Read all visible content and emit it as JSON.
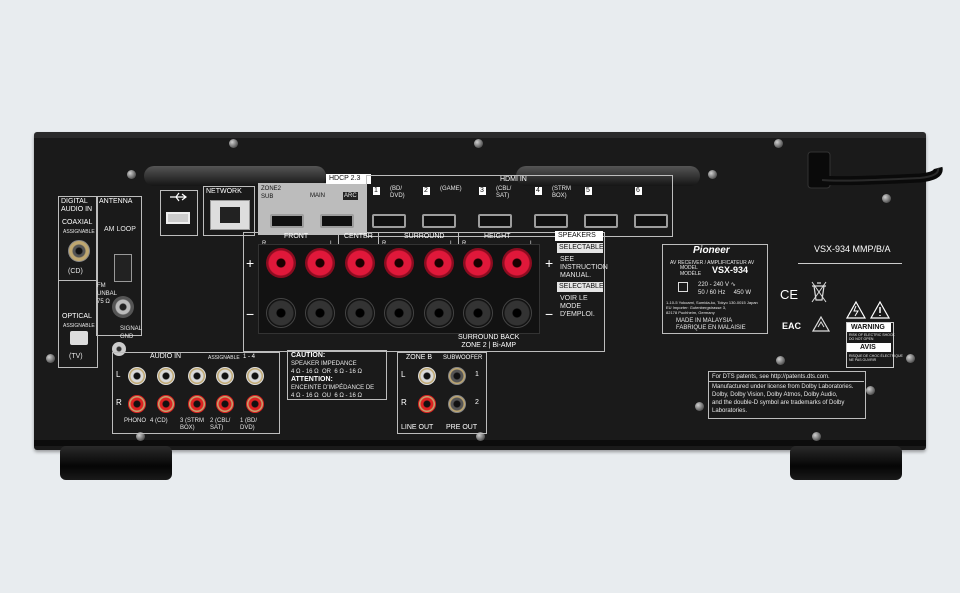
{
  "digital_audio_in": {
    "title": "DIGITAL\nAUDIO IN",
    "coaxial": "COAXIAL",
    "assignable": "ASSIGNABLE",
    "cd": "(CD)",
    "optical": "OPTICAL",
    "assignable2": "ASSIGNABLE",
    "tv": "(TV)"
  },
  "antenna": {
    "title": "ANTENNA",
    "am_loop": "AM  LOOP",
    "fm": "FM\nUNBAL\n75 Ω",
    "signal_gnd": "SIGNAL\nGND"
  },
  "network": {
    "title": "NETWORK"
  },
  "zone2": {
    "sub": "ZONE2\nSUB",
    "main": "MAIN",
    "arc": "ARC"
  },
  "hdmi": {
    "title": "HDMI IN",
    "hdcp": "HDCP 2.3",
    "inputs": [
      {
        "num": "1",
        "name": "(BD/\nDVD)"
      },
      {
        "num": "2",
        "name": "(GAME)"
      },
      {
        "num": "3",
        "name": "(CBL/\nSAT)"
      },
      {
        "num": "4",
        "name": "(STRM\nBOX)"
      },
      {
        "num": "5",
        "name": ""
      },
      {
        "num": "6",
        "name": ""
      }
    ]
  },
  "speakers": {
    "title": "SPEAKERS",
    "groups": [
      "FRONT",
      "CENTER",
      "SURROUND",
      "HEIGHT"
    ],
    "r": "R",
    "l": "L",
    "surround_back": "SURROUND BACK\nZONE 2 | Bi-AMP",
    "selectable1": "SELECTABLE",
    "see_manual": "SEE\nINSTRUCTION\nMANUAL.",
    "selectable2": "SELECTABLE",
    "voir": "VOIR LE\nMODE\nD'EMPLOI.",
    "plus": "+",
    "minus": "−"
  },
  "caution": {
    "title": "CAUTION:",
    "body": "SPEAKER IMPEDANCE\n4 Ω - 16 Ω  OR  6 Ω - 16 Ω",
    "title_fr": "ATTENTION:",
    "body_fr": "ENCEINTE D'IMPÉDANCE DE\n4 Ω - 16 Ω  OU  6 Ω - 16 Ω"
  },
  "audio_in": {
    "title": "AUDIO IN",
    "assignable": "ASSIGNABLE",
    "range": "1 - 4",
    "l": "L",
    "r": "R",
    "labels": [
      "PHONO",
      "4 (CD)",
      "3 (STRM\nBOX)",
      "2 (CBL/\nSAT)",
      "1 (BD/\nDVD)"
    ]
  },
  "zone_b": {
    "title": "ZONE B",
    "subwoofer": "SUBWOOFER",
    "l": "L",
    "r": "R",
    "one": "1",
    "two": "2",
    "line_out": "LINE OUT",
    "pre_out": "PRE OUT"
  },
  "rating_label": {
    "brand": "Pioneer",
    "desc": "AV RECEIVER / AMPLIFICATEUR AV",
    "model_label": "MODEL\nMODÈLE",
    "model": "VSX-934",
    "power": "220 - 240 V ∿\n50 / 60 Hz     450 W",
    "address": "1-10-5 Yokoami, Sumida-ku, Tokyo 130-0015 Japan\nEU Importer: Gutenbergstrasse 3,\n82178 Puchheim, Germany",
    "made_in": "MADE IN MALAYSIA\nFABRIQUE EN MALAISIE"
  },
  "model_code": "VSX-934 MMP/B/A",
  "marks": {
    "ce": "CE",
    "eac": "EAC"
  },
  "warning": {
    "title": "WARNING",
    "line": "RISK OF ELECTRIC SHOCK\nDO NOT OPEN",
    "avis": "AVIS",
    "avis_line": "RISQUE DE CHOC ÉLECTRIQUE\nNE PAS OUVRIR"
  },
  "patent": {
    "line1": "For DTS patents, see http://patents.dts.com.",
    "body": "Manufactured under license from Dolby Laboratories.\nDolby, Dolby Vision, Dolby Atmos, Dolby Audio,\nand the double-D symbol are trademarks of Dolby\nLaboratories."
  }
}
